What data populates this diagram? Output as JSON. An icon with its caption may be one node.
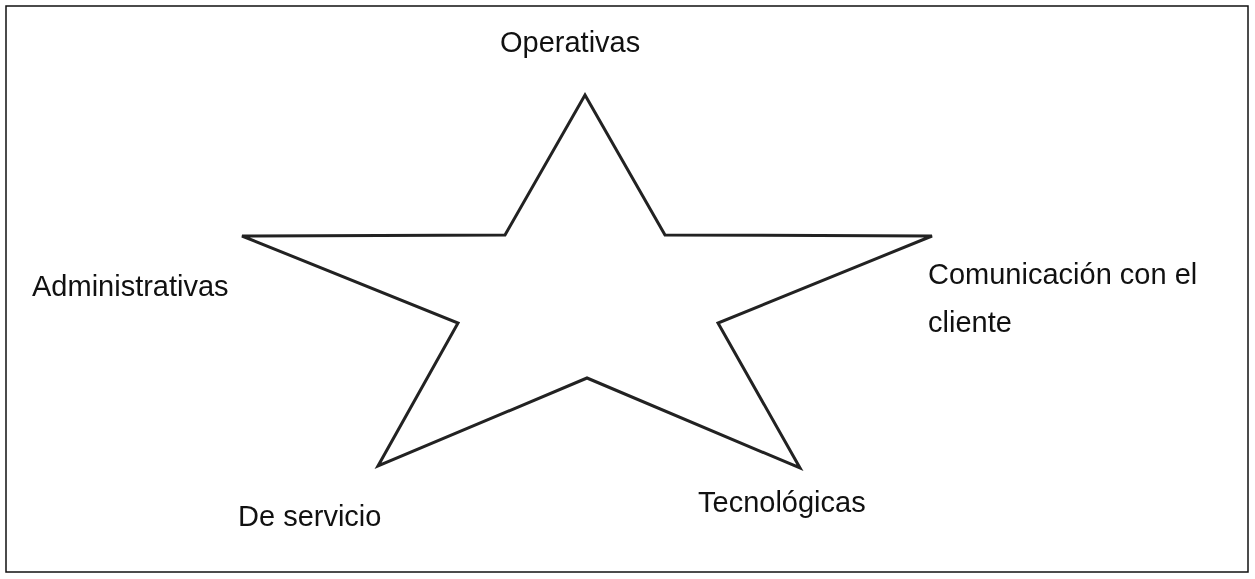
{
  "diagram": {
    "labels": [
      "Operativas",
      "Administrativas",
      "Comunicación con el cliente",
      "Tecnológicas",
      "De servicio"
    ]
  }
}
